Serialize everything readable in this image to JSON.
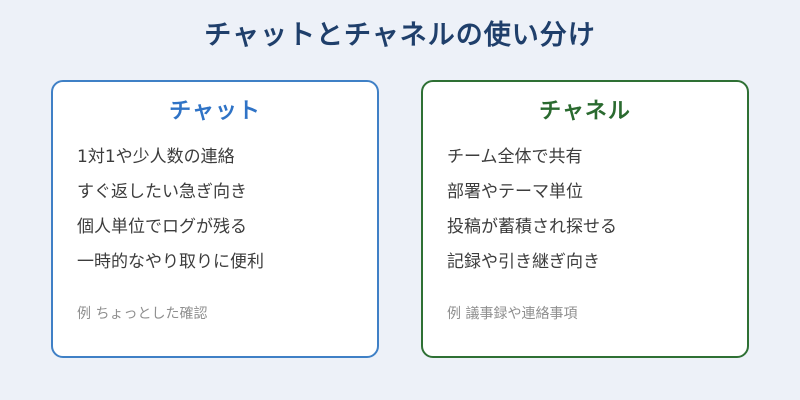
{
  "title": "チャットとチャネルの使い分け",
  "cards": [
    {
      "title": "チャット",
      "points": [
        "1対1や少人数の連絡",
        "すぐ返したい急ぎ向き",
        "個人単位でログが残る",
        "一時的なやり取りに便利"
      ],
      "example": "例 ちょっとした確認",
      "accent_color": "#2f73c6"
    },
    {
      "title": "チャネル",
      "points": [
        "チーム全体で共有",
        "部署やテーマ単位",
        "投稿が蓄積され探せる",
        "記録や引き継ぎ向き"
      ],
      "example": "例 議事録や連絡事項",
      "accent_color": "#2a6a2f"
    }
  ]
}
